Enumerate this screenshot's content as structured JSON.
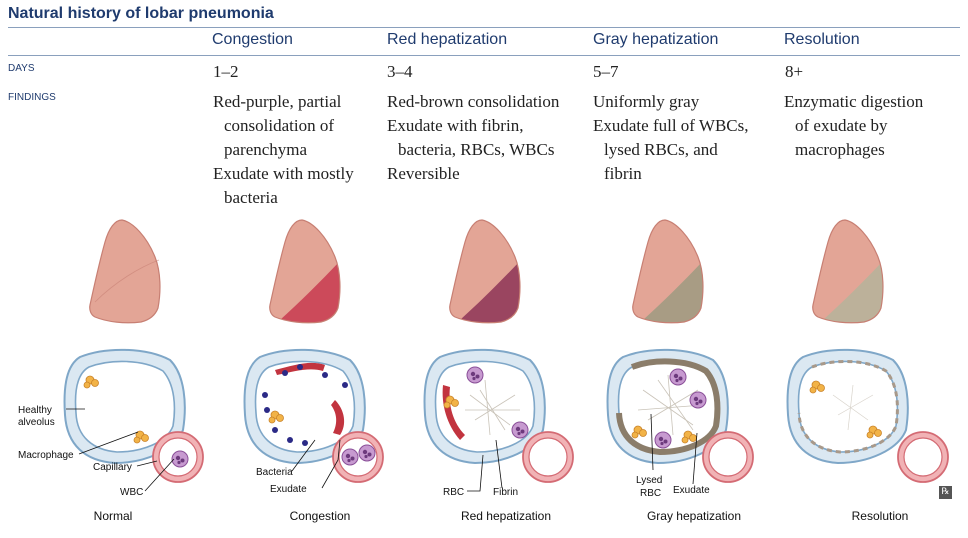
{
  "title": "Natural history of lobar pneumonia",
  "row_labels": {
    "days": "DAYS",
    "findings": "FINDINGS"
  },
  "stages": [
    {
      "header": "Congestion",
      "days": "1–2",
      "findings": [
        "Red-purple, partial",
        "consolidation of",
        "parenchyma",
        "Exudate with mostly",
        "bacteria"
      ],
      "bottom_label": "Congestion"
    },
    {
      "header": "Red hepatization",
      "days": "3–4",
      "findings": [
        "Red-brown consolidation",
        "Exudate with fibrin,",
        "bacteria, RBCs, WBCs",
        "Reversible"
      ],
      "bottom_label": "Red hepatization"
    },
    {
      "header": "Gray hepatization",
      "days": "5–7",
      "findings": [
        "Uniformly gray",
        "Exudate full of WBCs,",
        "lysed RBCs, and",
        "fibrin"
      ],
      "bottom_label": "Gray hepatization"
    },
    {
      "header": "Resolution",
      "days": "8+",
      "findings": [
        "Enzymatic digestion",
        "of exudate by",
        "macrophages"
      ],
      "bottom_label": "Resolution"
    }
  ],
  "normal_label": "Normal",
  "callouts": {
    "healthy1": "Healthy",
    "healthy2": "alveolus",
    "macrophage": "Macrophage",
    "capillary": "Capillary",
    "wbc": "WBC",
    "bacteria": "Bacteria",
    "exudate": "Exudate",
    "rbc": "RBC",
    "fibrin": "Fibrin",
    "lysed1": "Lysed",
    "lysed2": "RBC",
    "exudate2": "Exudate"
  },
  "colors": {
    "title": "#1f3b6e",
    "lung": "#e3a596",
    "congestion": "#cc4a5a",
    "red_hepatization": "#9a4560",
    "gray_hepatization": "#a89c84",
    "resolution": "#bcb19a",
    "alveolar_cell": "#dbe8f2",
    "capillary": "#f1b2b5"
  },
  "logo": "℞"
}
